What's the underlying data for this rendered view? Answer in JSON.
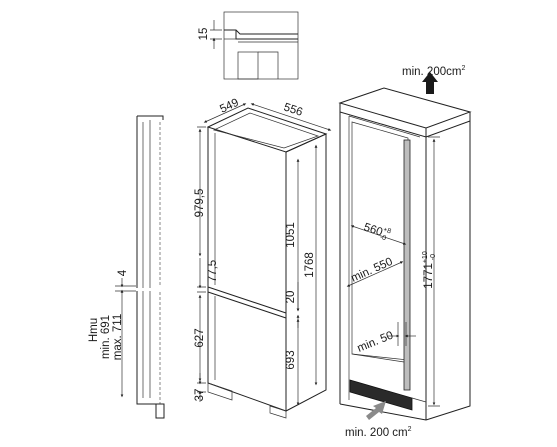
{
  "detail": {
    "dim_15": "15"
  },
  "wall": {
    "dim_4": "4",
    "hmu_title": "Hmu",
    "hmu_min": "min. 691",
    "hmu_max": "max. 711"
  },
  "fridge": {
    "dim_549": "549",
    "dim_556": "556",
    "dim_979_5": "979,5",
    "dim_77_5": "77,5",
    "dim_627": "627",
    "dim_37": "37",
    "dim_1051": "1051",
    "dim_1768": "1768",
    "dim_20": "20",
    "dim_693": "693"
  },
  "niche": {
    "vent_top": "min. 200cm",
    "vent_top_sup": "2",
    "width_560": "560",
    "width_560_sup": "+8",
    "width_560_sub": "-0",
    "depth_550": "min. 550",
    "height_1771": "1771",
    "height_1771_sup": "+10",
    "height_1771_sub": "-0",
    "min_50": "min. 50",
    "vent_bottom": "min. 200 cm",
    "vent_bottom_sup": "2"
  },
  "colors": {
    "line": "#222222",
    "shade": "#bdbdbd",
    "arrow_dark": "#1a1a1a",
    "arrow_gray": "#8a8a8a"
  }
}
